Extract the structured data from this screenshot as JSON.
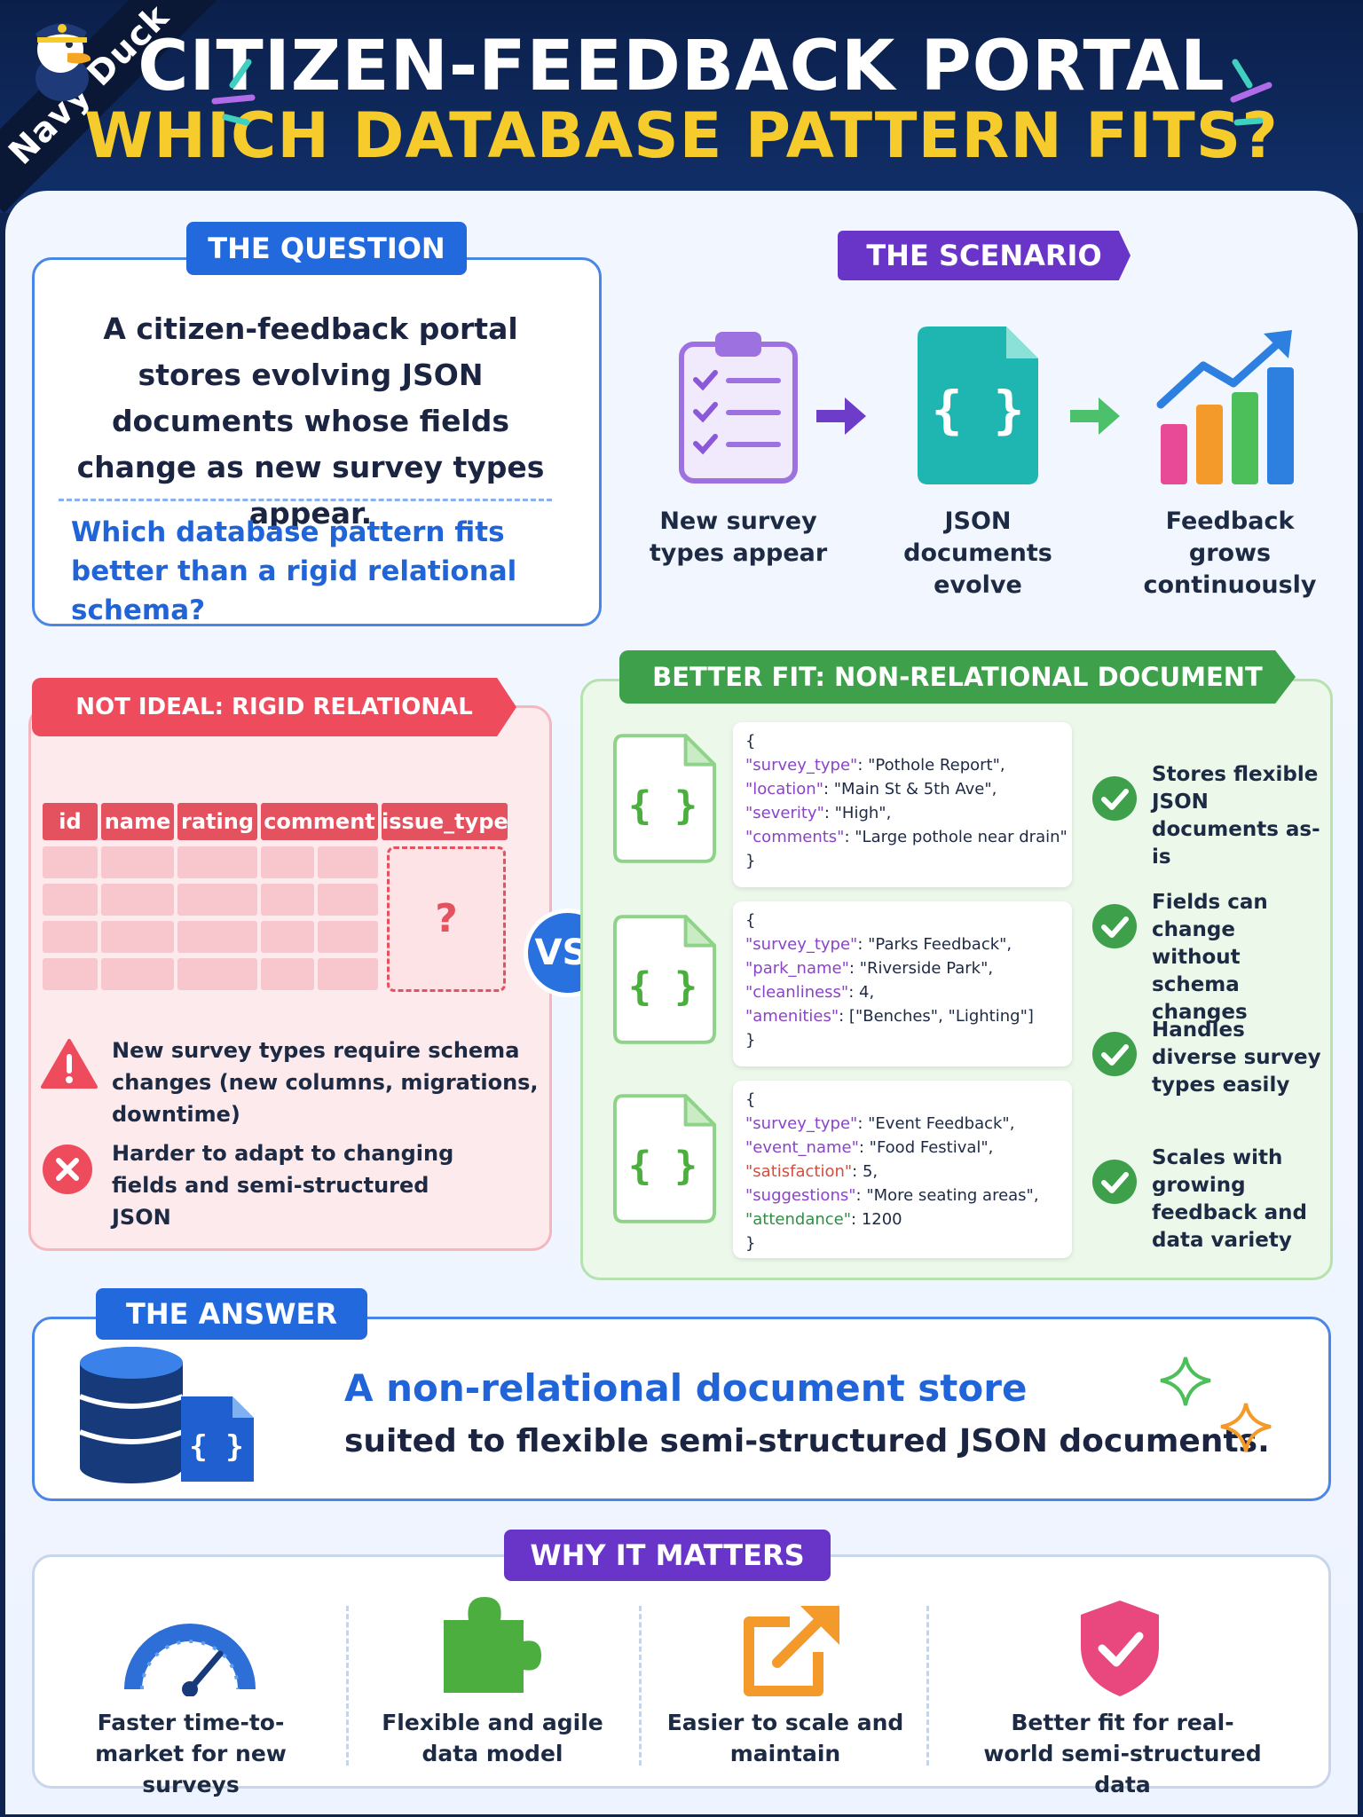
{
  "header": {
    "brand": "Navy Duck",
    "title_line1": "CITIZEN-FEEDBACK PORTAL",
    "title_line2": "WHICH DATABASE PATTERN FITS?"
  },
  "question": {
    "tag": "THE QUESTION",
    "text": "A citizen-feedback portal stores evolving JSON documents whose fields change as new survey types appear.",
    "prompt": "Which database pattern fits better than a rigid relational schema?"
  },
  "scenario": {
    "tag": "THE SCENARIO",
    "steps": [
      {
        "icon": "clipboard-checklist-icon",
        "label": "New survey types appear"
      },
      {
        "icon": "json-document-icon",
        "label": "JSON documents evolve"
      },
      {
        "icon": "growth-chart-icon",
        "label": "Feedback grows continuously"
      }
    ]
  },
  "not_ideal": {
    "tag": "NOT IDEAL: RIGID RELATIONAL SCHEMA",
    "columns": [
      "id",
      "name",
      "rating",
      "comment",
      "issue_type"
    ],
    "unknown_mark": "?",
    "issues": [
      {
        "icon": "warning-icon",
        "text": "New survey types require schema changes (new columns, migrations, downtime)"
      },
      {
        "icon": "error-x-icon",
        "text": "Harder to adapt to changing fields and semi-structured JSON"
      }
    ]
  },
  "vs_label": "VS.",
  "better_fit": {
    "tag": "BETTER FIT: NON-RELATIONAL DOCUMENT STORE",
    "documents": [
      {
        "open": "{",
        "close": "}",
        "fields": [
          {
            "key": "\"survey_type\"",
            "value": "\"Pothole Report\",",
            "color": "k1"
          },
          {
            "key": "\"location\"",
            "value": "\"Main St & 5th Ave\",",
            "color": "k1"
          },
          {
            "key": "\"severity\"",
            "value": "\"High\",",
            "color": "k1"
          },
          {
            "key": "\"comments\"",
            "value": "\"Large pothole near drain\"",
            "color": "k1"
          }
        ]
      },
      {
        "open": "{",
        "close": "}",
        "fields": [
          {
            "key": "\"survey_type\"",
            "value": "\"Parks Feedback\",",
            "color": "k1"
          },
          {
            "key": "\"park_name\"",
            "value": "\"Riverside Park\",",
            "color": "k1"
          },
          {
            "key": "\"cleanliness\"",
            "value": "4,",
            "color": "k1"
          },
          {
            "key": "\"amenities\"",
            "value": "[\"Benches\", \"Lighting\"]",
            "color": "k1"
          }
        ]
      },
      {
        "open": "{",
        "close": "}",
        "fields": [
          {
            "key": "\"survey_type\"",
            "value": "\"Event Feedback\",",
            "color": "k1"
          },
          {
            "key": "\"event_name\"",
            "value": "\"Food Festival\",",
            "color": "k1"
          },
          {
            "key": "\"satisfaction\"",
            "value": "5,",
            "color": "k3"
          },
          {
            "key": "\"suggestions\"",
            "value": "\"More seating areas\",",
            "color": "k1"
          },
          {
            "key": "\"attendance\"",
            "value": "1200",
            "color": "k2"
          }
        ]
      }
    ],
    "benefits": [
      "Stores flexible JSON documents as-is",
      "Fields can change without schema changes",
      "Handles diverse survey types easily",
      "Scales with growing feedback and data variety"
    ]
  },
  "answer": {
    "tag": "THE ANSWER",
    "line1": "A non-relational document store",
    "line2": "suited to flexible semi-structured JSON documents."
  },
  "why": {
    "tag": "WHY IT MATTERS",
    "items": [
      {
        "icon": "speedometer-icon",
        "label": "Faster time-to-market for new surveys"
      },
      {
        "icon": "puzzle-piece-icon",
        "label": "Flexible and agile data model"
      },
      {
        "icon": "scale-arrow-icon",
        "label": "Easier to scale and maintain"
      },
      {
        "icon": "shield-check-icon",
        "label": "Better fit for real-world semi-structured data"
      }
    ]
  },
  "colors": {
    "navy": "#0f2350",
    "gold": "#f6cb2c",
    "blue": "#2369de",
    "purple": "#6935c8",
    "red": "#ee4b5c",
    "green": "#3ea04a",
    "teal": "#1fb5b0"
  }
}
